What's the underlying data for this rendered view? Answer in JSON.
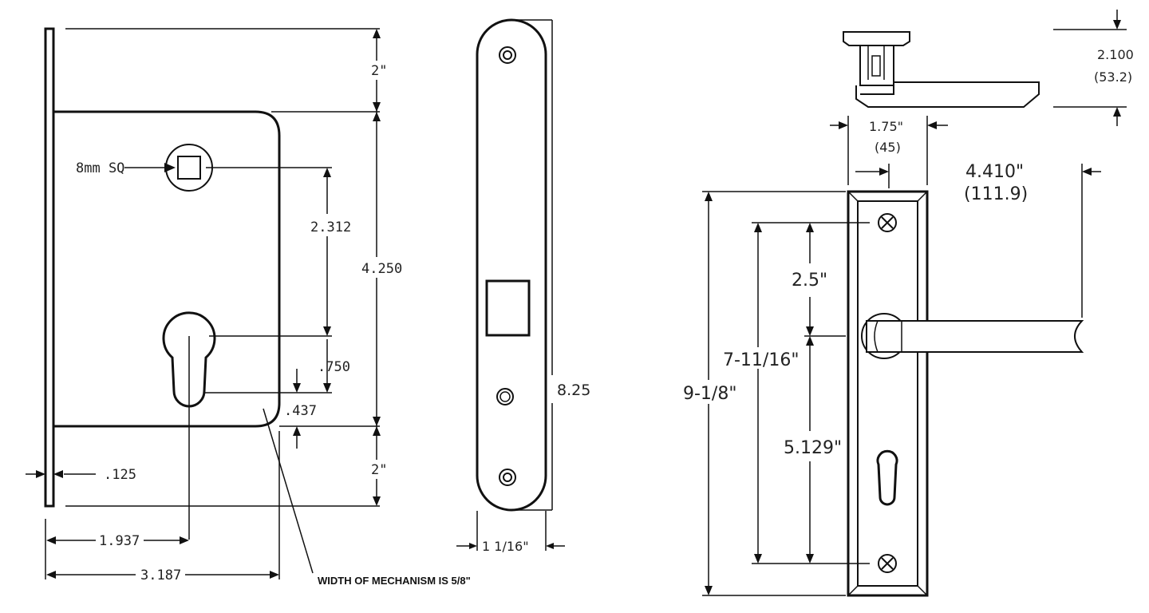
{
  "left_view": {
    "dim_top": "2\"",
    "dim_bottom": "2\"",
    "dim_spindle_to_cylinder": "2.312",
    "dim_height": "4.250",
    "dim_cylinder": ".750",
    "dim_gap": ".437",
    "dim_faceplate_thickness": ".125",
    "dim_backset": "1.937",
    "dim_case_width": "3.187",
    "label_spindle": "8mm SQ",
    "note": "WIDTH OF MECHANISM IS 5/8\""
  },
  "middle_view": {
    "dim_length": "8.25",
    "dim_width": "1 1/16\""
  },
  "right_view": {
    "dim_projection": "2.100",
    "dim_projection_mm": "(53.2)",
    "dim_plate_width": "1.75\"",
    "dim_plate_width_mm": "(45)",
    "dim_lever_length": "4.410\"",
    "dim_lever_length_mm": "(111.9)",
    "dim_screw_to_lever": "2.5\"",
    "dim_screw_spacing": "7-11/16\"",
    "dim_plate_height": "9-1/8\"",
    "dim_lever_to_cylinder": "5.129\""
  }
}
